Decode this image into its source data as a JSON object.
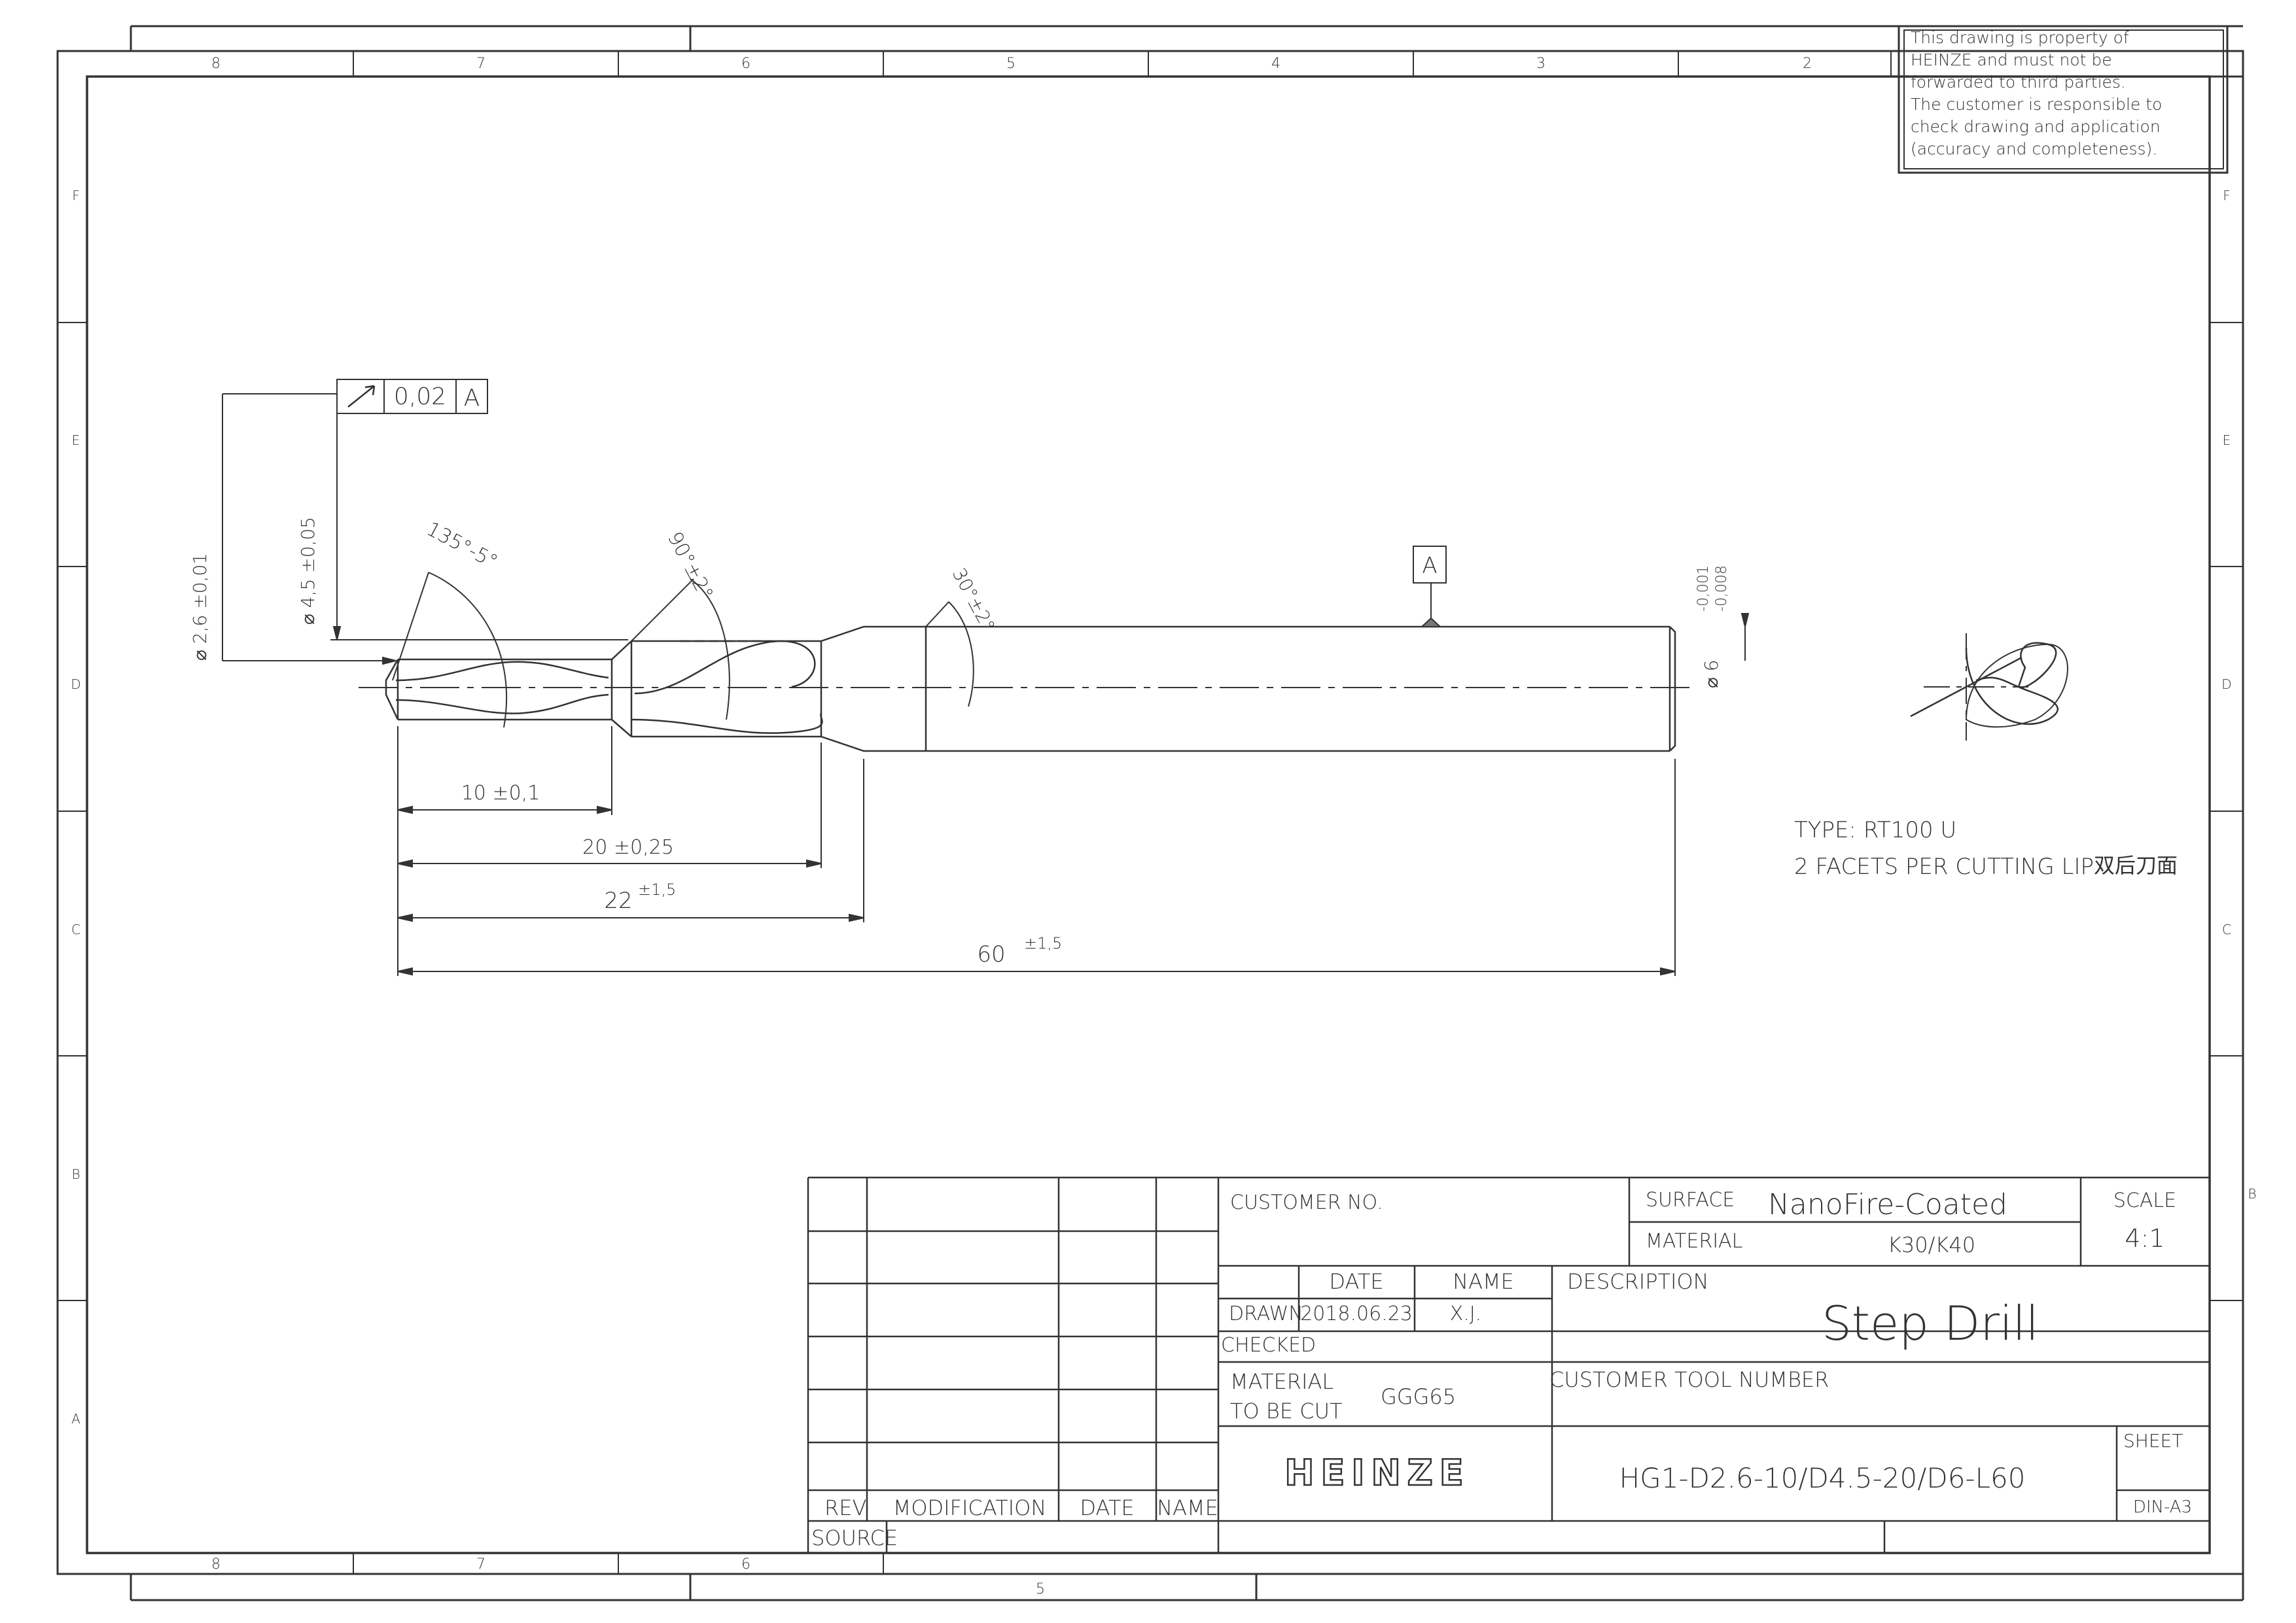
{
  "notice": {
    "lines": [
      "This drawing is property of",
      "HEINZE and must not be",
      "forwarded to third parties.",
      "The customer is responsible to",
      "check drawing and application",
      "(accuracy and completeness)."
    ]
  },
  "frame": {
    "col_labels_top": [
      "8",
      "7",
      "6",
      "5",
      "4",
      "3",
      "2"
    ],
    "col_labels_bottom": [
      "8",
      "7",
      "6"
    ],
    "bottom_mid_label": "5",
    "row_labels": [
      "F",
      "E",
      "D",
      "C",
      "B",
      "A"
    ]
  },
  "dimensions": {
    "tolerance_frame": {
      "value": "0,02",
      "datum": "A"
    },
    "datum_flag": "A",
    "d1": "⌀ 2,6 ±0,01",
    "d2": "⌀ 4,5 ±0,05",
    "d3": "⌀ 6",
    "d3_tol_upper": "-0,001",
    "d3_tol_lower": "-0,008",
    "angle1": "135°-5°",
    "angle2": "90°±2°",
    "angle3": "30°±2°",
    "len1": "10 ±0,1",
    "len2": "20 ±0,25",
    "len3_value": "22",
    "len3_tol": "±1,5",
    "len4_value": "60",
    "len4_tol": "±1,5"
  },
  "notes": {
    "type": "TYPE: RT100 U",
    "facets": "2 FACETS PER CUTTING LIP",
    "facets_cn": "双后刀面"
  },
  "title_block": {
    "customer_no_label": "CUSTOMER NO.",
    "surface_label": "SURFACE",
    "surface_value": "NanoFire-Coated",
    "material_label": "MATERIAL",
    "material_value": "K30/K40",
    "scale_label": "SCALE",
    "scale_value": "4:1",
    "date_label": "DATE",
    "name_label": "NAME",
    "description_label": "DESCRIPTION",
    "description_value": "Step Drill",
    "drawn_label": "DRAWN",
    "drawn_date": "2018.06.23",
    "drawn_name": "X.J.",
    "checked_label": "CHECKED",
    "mat_cut_label_1": "MATERIAL",
    "mat_cut_label_2": "TO BE CUT",
    "mat_cut_value": "GGG65",
    "customer_tool_label": "CUSTOMER TOOL NUMBER",
    "logo": "HEINZE",
    "tool_number": "HG1-D2.6-10/D4.5-20/D6-L60",
    "sheet_label": "SHEET",
    "format": "DIN-A3",
    "rev_label": "REV.",
    "modification_label": "MODIFICATION",
    "rev_date_label": "DATE",
    "rev_name_label": "NAME",
    "source_label": "SOURCE"
  }
}
